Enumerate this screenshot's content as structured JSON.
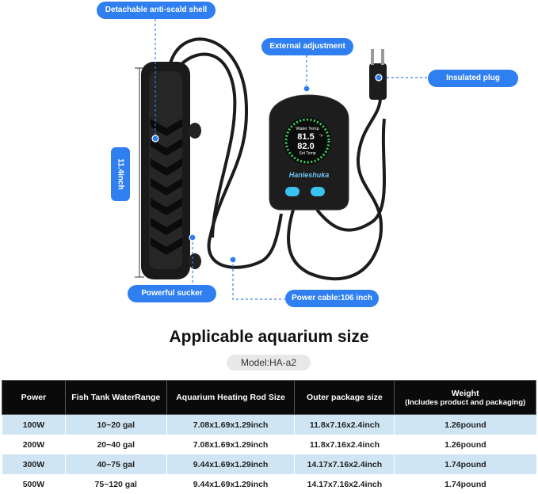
{
  "callouts": {
    "shell": "Detachable anti-scald shell",
    "adjustment": "External adjustment",
    "plug": "Insulated plug",
    "sucker": "Powerful sucker",
    "cable": "Power cable:106 inch",
    "length": "11.4inch"
  },
  "controller": {
    "water_temp_label": "Water Temp",
    "water_temp": "81.5",
    "unit": "°F",
    "set_temp": "82.0",
    "set_temp_label": "Set Temp",
    "brand": "Hanleshuka"
  },
  "heading": "Applicable aquarium size",
  "model": "Model:HA-a2",
  "table": {
    "headers": [
      "Power",
      "Fish Tank WaterRange",
      "Aquarium Heating Rod Size",
      "Outer package size",
      "Weight"
    ],
    "weight_sub": "(Includes product and packaging)",
    "rows": [
      [
        "100W",
        "10~20 gal",
        "7.08x1.69x1.29inch",
        "11.8x7.16x2.4inch",
        "1.26pound"
      ],
      [
        "200W",
        "20~40 gal",
        "7.08x1.69x1.29inch",
        "11.8x7.16x2.4inch",
        "1.26pound"
      ],
      [
        "300W",
        "40~75 gal",
        "9.44x1.69x1.29inch",
        "14.17x7.16x2.4inch",
        "1.74pound"
      ],
      [
        "500W",
        "75~120 gal",
        "9.44x1.69x1.29inch",
        "14.17x7.16x2.4inch",
        "1.74pound"
      ]
    ]
  }
}
